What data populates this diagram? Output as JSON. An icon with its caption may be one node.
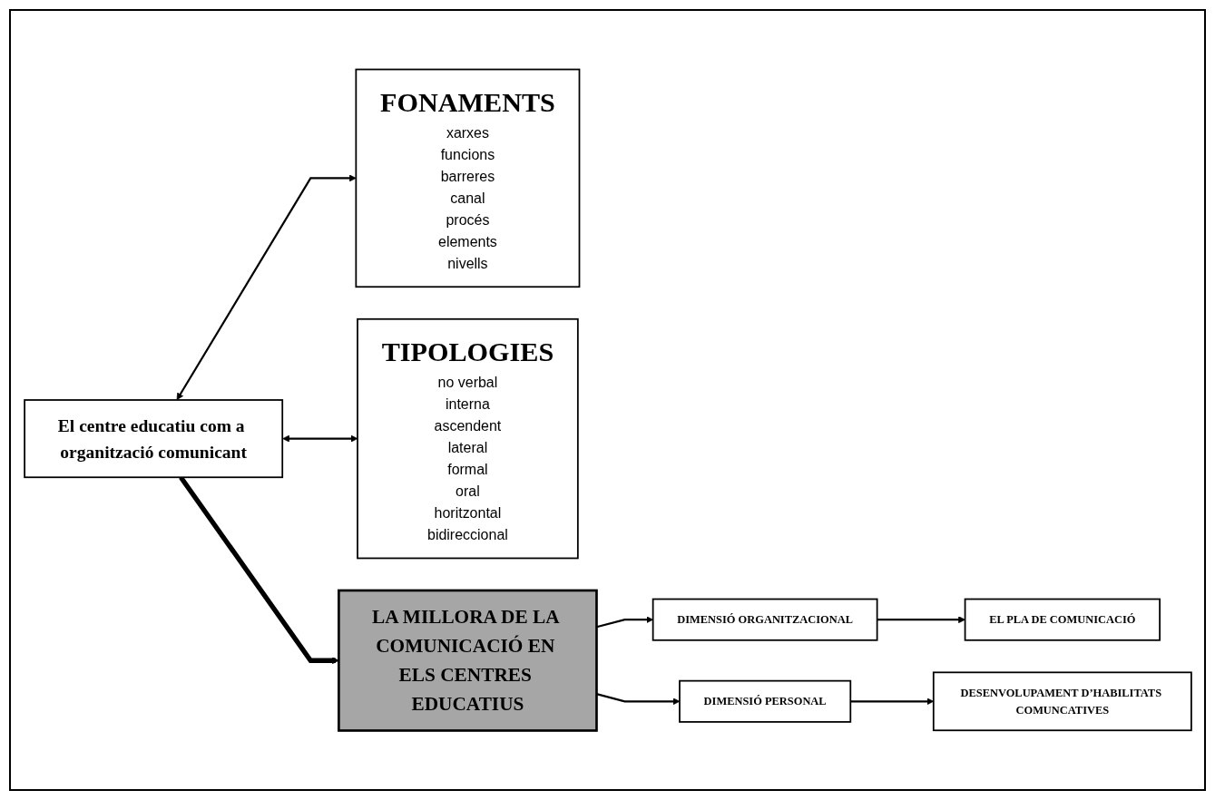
{
  "diagram": {
    "nodes": [
      {
        "text": [
          "FONAMENTS",
          "xarxes",
          "funcions",
          "barreres",
          "canal",
          "procés",
          "elements",
          "nivells"
        ]
      },
      {
        "text": [
          "El centre educatiu com a organització comunicant"
        ]
      },
      {
        "text": [
          "TIPOLOGIES",
          "no verbal",
          "interna",
          "ascendent",
          "lateral",
          "formal",
          "oral",
          "horitzontal",
          "bidireccional"
        ]
      },
      {
        "text": [
          "LA MILLORA DE LA COMUNICACIÓ EN ELS CENTRES EDUCATIUS"
        ]
      },
      {
        "text": [
          "EL PLA DE COMUNICACIÓ"
        ]
      },
      {
        "text": [
          "DIMENSIÓ ORGANITZACIONAL"
        ]
      },
      {
        "text": [
          "DIMENSIÓ PERSONAL"
        ]
      },
      {
        "text": [
          "DESENVOLUPAMENT D’HABILITATS COMUNCATIVES"
        ]
      }
    ],
    "edges": [
      {
        "from": 1,
        "to": 0,
        "arrow": "both"
      },
      {
        "from": 1,
        "to": 2,
        "arrow": "both"
      },
      {
        "from": 1,
        "to": 3,
        "arrow": "to",
        "style": "thick"
      },
      {
        "from": 3,
        "to": 5,
        "arrow": "to"
      },
      {
        "from": 5,
        "to": 4,
        "arrow": "to"
      },
      {
        "from": 3,
        "to": 6,
        "arrow": "to"
      },
      {
        "from": 6,
        "to": 7,
        "arrow": "to"
      }
    ]
  }
}
